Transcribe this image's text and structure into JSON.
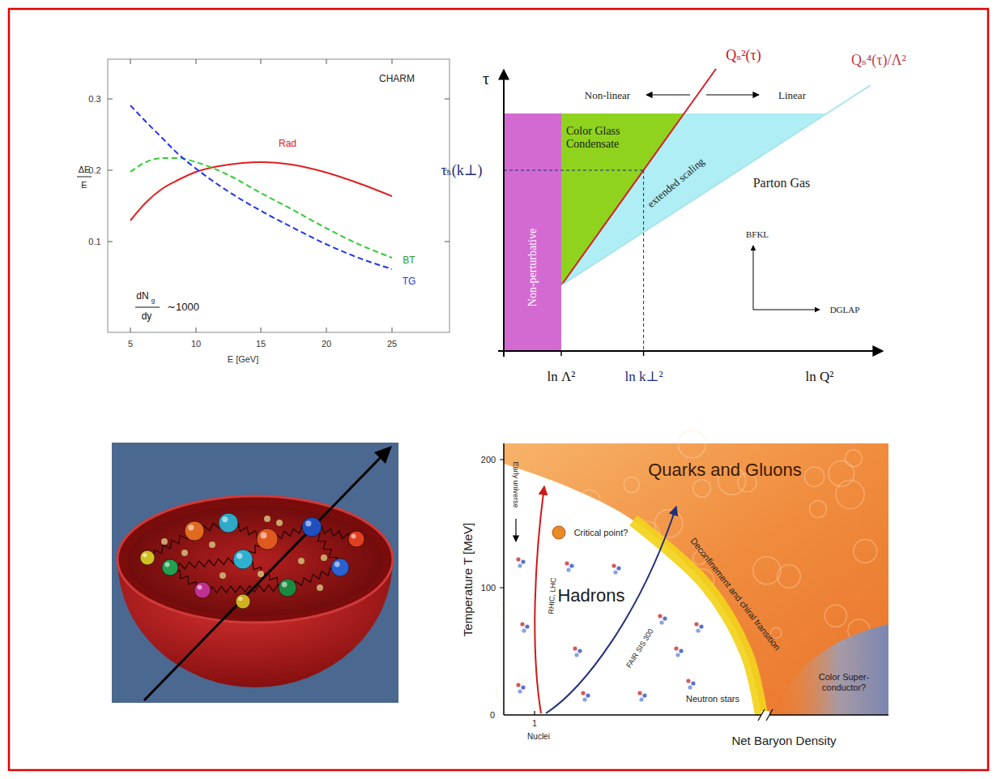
{
  "diagram": {
    "nodes": [
      {
        "text": [
          "Non-perturbative"
        ]
      },
      {
        "text": [
          "Color Glass Condensate"
        ]
      },
      {
        "text": [
          "extended scaling"
        ]
      },
      {
        "text": [
          "Quarks and Gluons"
        ]
      },
      {
        "text": [
          "Hadrons"
        ]
      },
      {
        "text": [
          "Color Super-conductor?"
        ]
      }
    ],
    "labels": [
      "0.3",
      "0.2",
      "0.1",
      "5",
      "10",
      "15",
      "20",
      "25",
      "E [GeV]",
      "ΔE",
      "E",
      "CHARM",
      "Rad",
      "BT",
      "TG",
      "dN",
      "g",
      "dy",
      "∼1000",
      "τ",
      "Qₛ²(τ)",
      "Qₛ⁴(τ)/Λ²",
      "Non-linear",
      "Linear",
      "τₛ(k⊥)",
      "Parton Gas",
      "BFKL",
      "DGLAP",
      "ln Λ²",
      "ln k⊥²",
      "ln Q²",
      "200",
      "100",
      "0",
      "Temperature T [MeV]",
      "Early universe",
      "RHIC, LHC",
      "FAIR SIS 300",
      "Critical point?",
      "Deconfinement and chiral transition",
      "Neutron stars",
      "Nuclei",
      "1",
      "Net Baryon Density"
    ]
  }
}
